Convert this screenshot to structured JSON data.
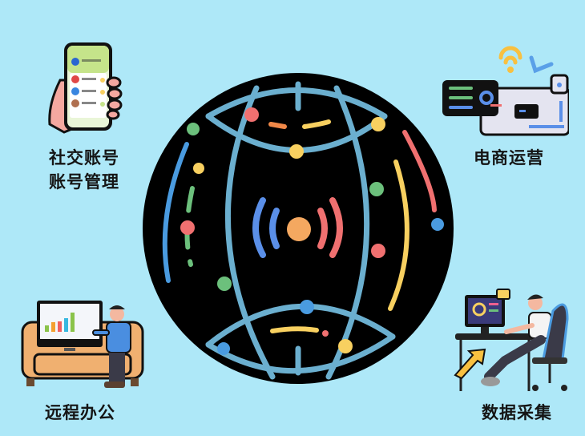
{
  "background_color": "#AEE8F8",
  "center": {
    "name": "globe-network",
    "colors": {
      "disc": "#000000",
      "grid": "#6BAFCF",
      "blue": "#5A8FE8",
      "red": "#F07070",
      "orange": "#F4A860",
      "yellow": "#F8D060",
      "green": "#6CC07C"
    }
  },
  "features": [
    {
      "id": "social",
      "icon": "phone-in-hand-icon",
      "lines": [
        "社交账号",
        "账号管理"
      ]
    },
    {
      "id": "ecommerce",
      "icon": "shop-card-wifi-icon",
      "lines": [
        "电商运营"
      ]
    },
    {
      "id": "remote",
      "icon": "person-at-monitor-sofa-icon",
      "lines": [
        "远程办公"
      ]
    },
    {
      "id": "data",
      "icon": "person-at-desk-chart-icon",
      "lines": [
        "数据采集"
      ]
    }
  ],
  "phone_apps": [
    {
      "color": "#2A66D0"
    },
    {
      "color": "#E04848"
    },
    {
      "color": "#3A86E0"
    },
    {
      "color": "#B07050"
    }
  ],
  "monitor_bars": [
    {
      "color": "#8BC34A",
      "h": 14
    },
    {
      "color": "#F4A030",
      "h": 24
    },
    {
      "color": "#F06060",
      "h": 26
    },
    {
      "color": "#38B8E0",
      "h": 34
    },
    {
      "color": "#8BC34A",
      "h": 48
    }
  ]
}
